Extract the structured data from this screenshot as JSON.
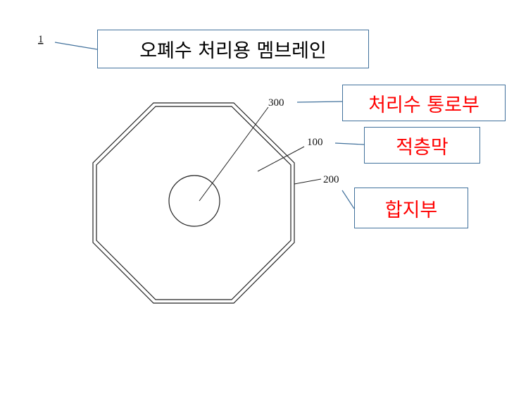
{
  "title": "오폐수 처리용 멤브레인",
  "title_ref": "1",
  "parts": [
    {
      "ref": "300",
      "label": "처리수 통로부"
    },
    {
      "ref": "100",
      "label": "적층막"
    },
    {
      "ref": "200",
      "label": "합지부"
    }
  ],
  "colors": {
    "title_text": "#000000",
    "label_text": "#ff0000",
    "callout_border": "#41719c",
    "leader_line": "#41719c",
    "drawing_line": "#222222"
  }
}
